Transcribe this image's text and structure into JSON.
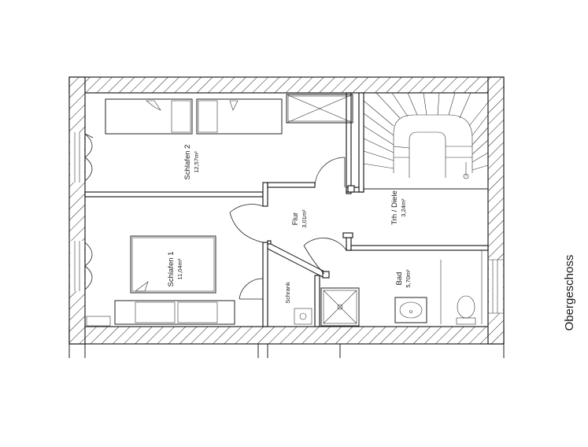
{
  "plan": {
    "floor_title": "Obergeschoss",
    "rooms": [
      {
        "id": "schlafen2",
        "name": "Schlafen 2",
        "area": "12,57m²"
      },
      {
        "id": "schlafen1",
        "name": "Schlafen 1",
        "area": "11,04m²"
      },
      {
        "id": "flur",
        "name": "Flur",
        "area": "3,01m²"
      },
      {
        "id": "dielen",
        "name": "Trh / Diele",
        "area": "3,24m²"
      },
      {
        "id": "bad",
        "name": "Bad",
        "area": "5,70m²"
      },
      {
        "id": "schrank",
        "name": "Schrank",
        "area": ""
      }
    ]
  }
}
